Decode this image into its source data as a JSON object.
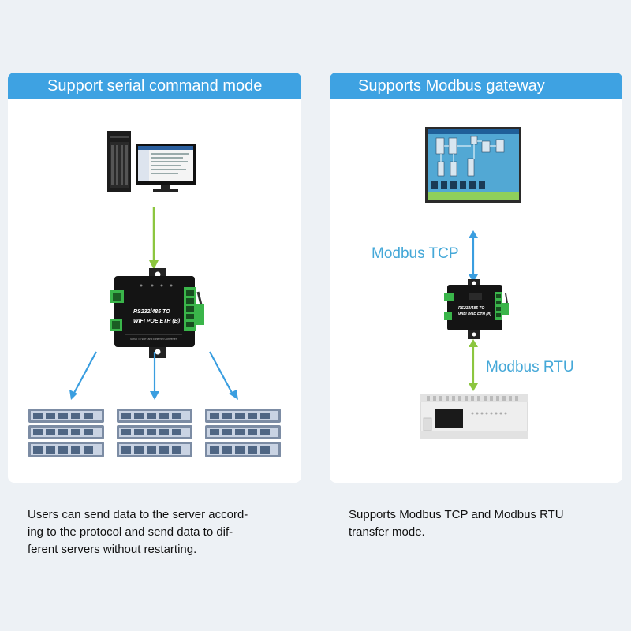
{
  "panels": {
    "left": {
      "title": "Support serial command mode",
      "description": [
        "Users can send data to the server accord-",
        "ing to the protocol and send data to dif-",
        "ferent servers without restarting."
      ]
    },
    "right": {
      "title": "Supports Modbus gateway",
      "description": [
        "Supports Modbus TCP and Modbus RTU",
        "transfer mode."
      ],
      "labels": {
        "tcp": "Modbus TCP",
        "rtu": "Modbus RTU"
      }
    }
  },
  "device": {
    "model_line1": "RS232/485 TO",
    "model_line2": "WIFI POE ETH (B)",
    "subtitle": "Serial To WiFi and Ethernet Converter"
  },
  "colors": {
    "header": "#3ea2e2",
    "green_arrow": "#8cc63f",
    "blue_arrow": "#3a9ee0",
    "terminal_green": "#3ab54a",
    "label_blue": "#45a8d8"
  }
}
